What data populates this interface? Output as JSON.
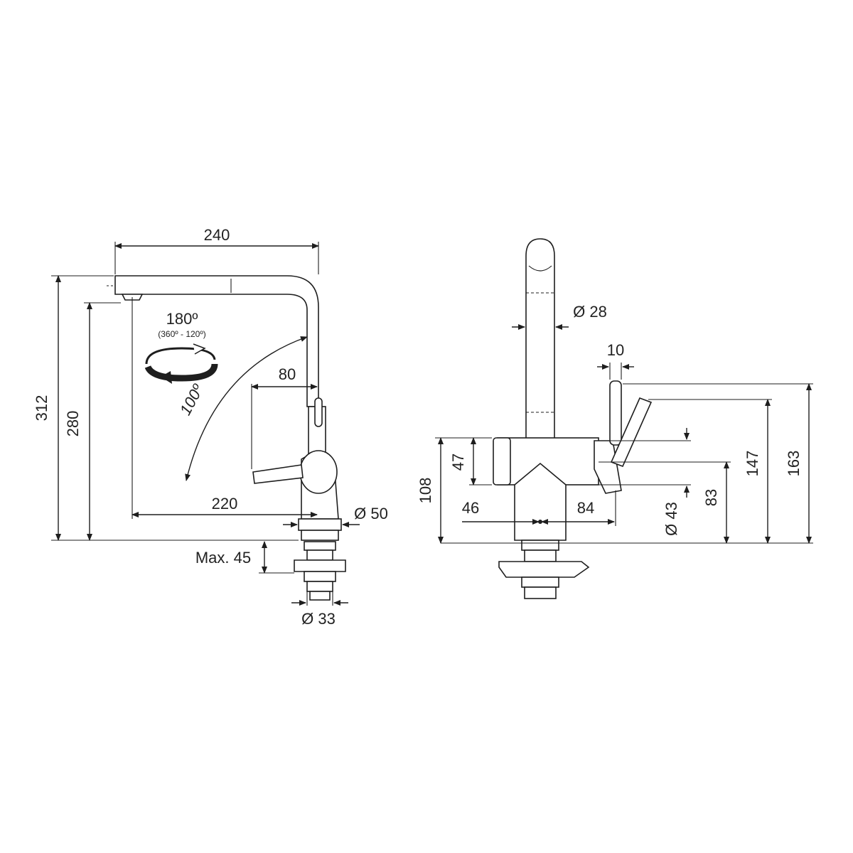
{
  "side_view": {
    "width_240": "240",
    "height_312": "312",
    "height_280": "280",
    "rotation": "180º",
    "rotation_range": "(360º - 120º)",
    "lever_angle": "100º",
    "lever_80": "80",
    "reach_220": "220",
    "base_dia": "Ø 50",
    "max_thickness": "Max. 45",
    "shank_dia": "Ø 33"
  },
  "front_view": {
    "spout_dia": "Ø 28",
    "lever_10": "10",
    "height_163": "163",
    "height_147": "147",
    "height_108": "108",
    "size_47": "47",
    "offset_46": "46",
    "offset_84": "84",
    "body_dia": "Ø 43",
    "height_83": "83"
  },
  "icons": {
    "rotation": "rotation-arrows-icon"
  }
}
